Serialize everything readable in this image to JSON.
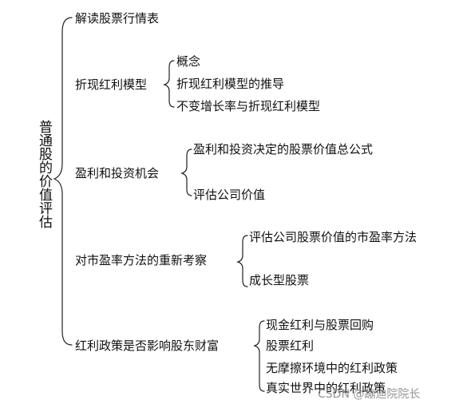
{
  "root": "普通股的价值评估",
  "branches": [
    {
      "label": "解读股票行情表",
      "children": []
    },
    {
      "label": "折现红利模型",
      "children": [
        "概念",
        "折现红利模型的推导",
        "不变增长率与折现红利模型"
      ]
    },
    {
      "label": "盈利和投资机会",
      "children": [
        "盈利和投资决定的股票价值总公式",
        "评估公司价值"
      ]
    },
    {
      "label": "对市盈率方法的重新考察",
      "children": [
        "评估公司股票价值的市盈率方法",
        "成长型股票"
      ]
    },
    {
      "label": "红利政策是否影响股东财富",
      "children": [
        "现金红利与股票回购",
        "股票红利",
        "无摩擦环境中的红利政策",
        "真实世界中的红利政策"
      ]
    }
  ],
  "watermark": "CSDN @蹦迪院院长"
}
